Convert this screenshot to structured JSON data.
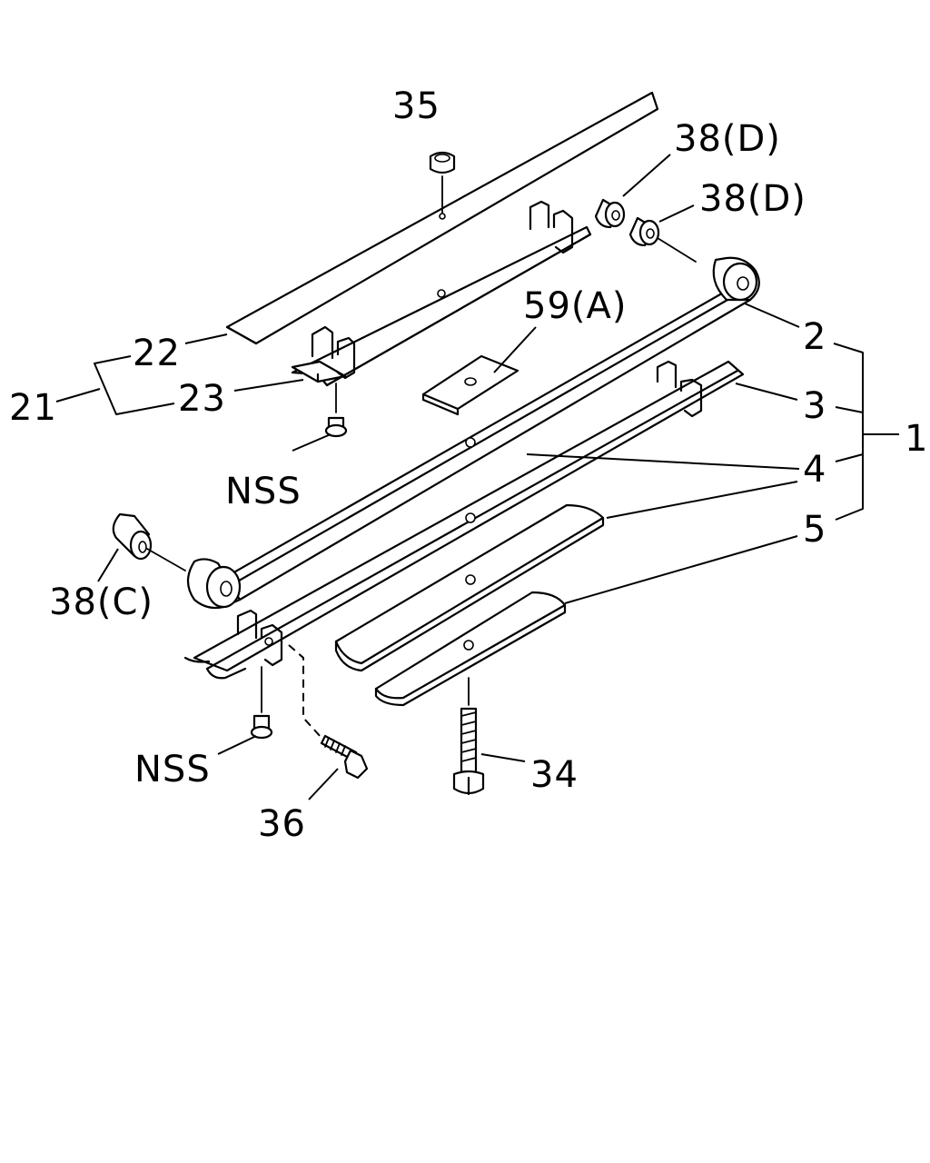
{
  "labels": {
    "p35": "35",
    "p38d_a": "38(D)",
    "p38d_b": "38(D)",
    "p59a": "59(A)",
    "p2": "2",
    "p3": "3",
    "p4": "4",
    "p5": "5",
    "p1": "1",
    "p22": "22",
    "p23": "23",
    "p21": "21",
    "nss_top": "NSS",
    "p38c": "38(C)",
    "nss_bottom": "NSS",
    "p36": "36",
    "p34": "34"
  },
  "colors": {
    "ink": "#000000",
    "paper": "#ffffff"
  }
}
